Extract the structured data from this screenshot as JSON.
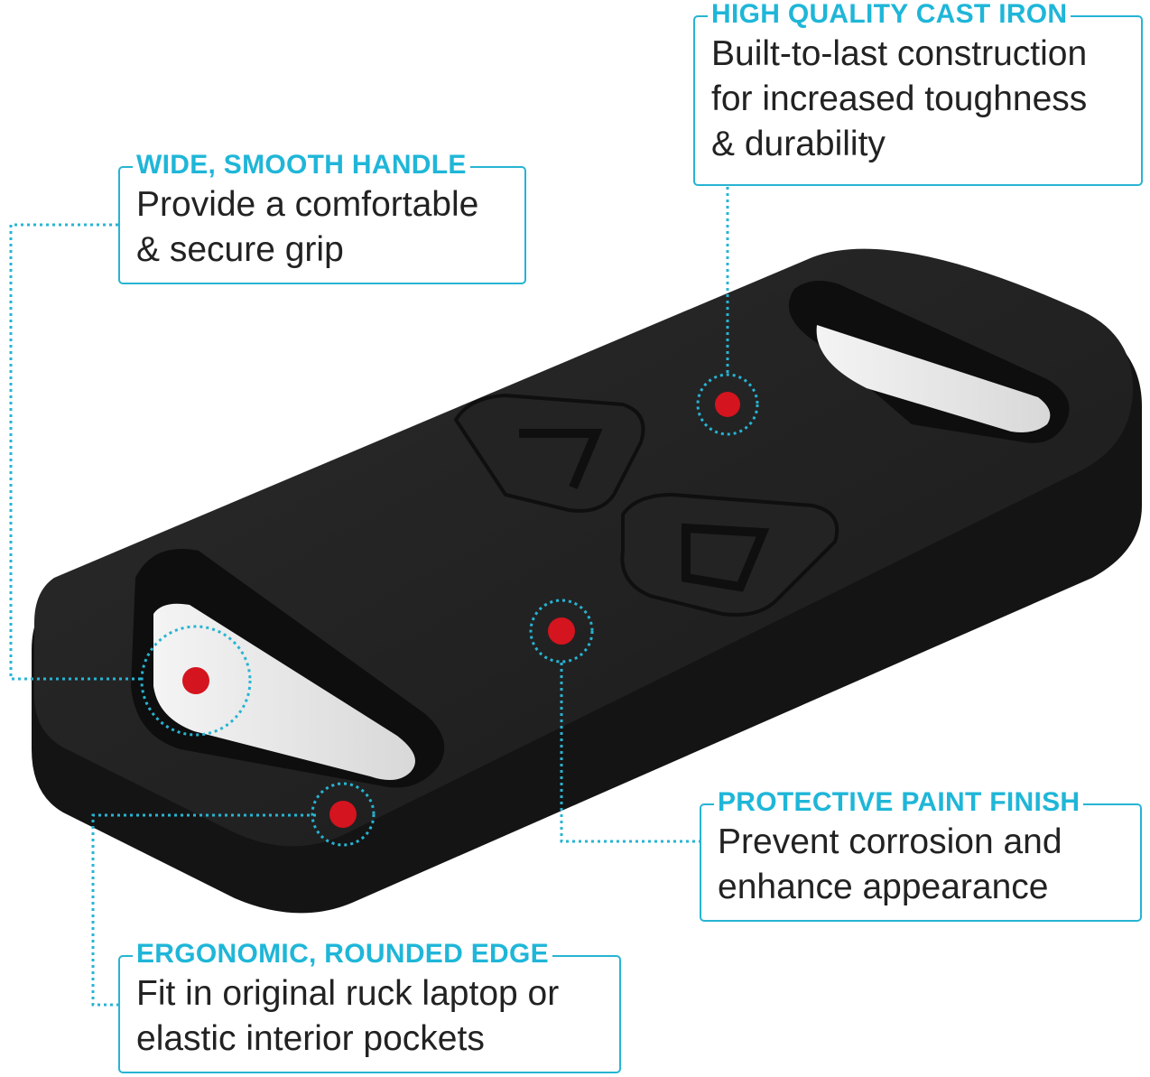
{
  "colors": {
    "accent": "#1fb6d8",
    "dot": "#d4141e",
    "body_text": "#222222",
    "product": "#1e1e1e"
  },
  "callouts": {
    "cast_iron": {
      "title": "HIGH QUALITY CAST IRON",
      "lines": [
        "Built-to-last construction",
        "for increased toughness",
        "& durability"
      ]
    },
    "handle": {
      "title": "WIDE, SMOOTH HANDLE",
      "lines": [
        "Provide a comfortable",
        "& secure grip"
      ]
    },
    "paint": {
      "title": "PROTECTIVE PAINT FINISH",
      "lines": [
        "Prevent corrosion and",
        "enhance appearance"
      ]
    },
    "edge": {
      "title": "ERGONOMIC, ROUNDED EDGE",
      "lines": [
        "Fit in original ruck laptop or",
        "elastic interior pockets"
      ]
    }
  }
}
